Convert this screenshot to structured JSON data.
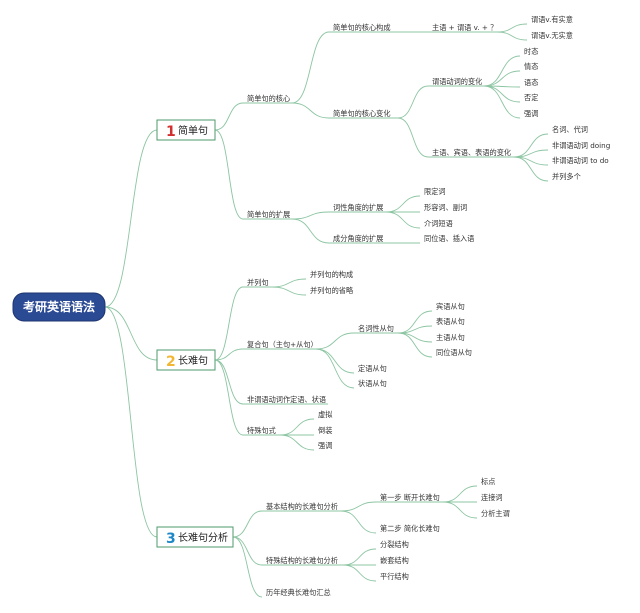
{
  "colors": {
    "line": "#8cc5a2",
    "root_fill": "#2b4a94",
    "box_border": "#4f9a6c",
    "num1": "#d32f2f",
    "num2": "#f2b632",
    "num3": "#1e88c7"
  },
  "root": "考研英语语法",
  "sections": [
    {
      "num": "1",
      "label": "简单句"
    },
    {
      "num": "2",
      "label": "长难句"
    },
    {
      "num": "3",
      "label": "长难句分析"
    }
  ],
  "s1": {
    "core": "简单句的核心",
    "core_form": "简单句的核心构成",
    "formula": "主语 + 谓语 v. + ？",
    "formula_children": [
      "谓语v.有实意",
      "谓语v.无实意"
    ],
    "core_change": "简单句的核心变化",
    "pred_change": "谓语动词的变化",
    "pred_children": [
      "时态",
      "情态",
      "语态",
      "否定",
      "强调"
    ],
    "nom_change": "主语、宾语、表语的变化",
    "nom_children": [
      "名词、代词",
      "非谓语动词 doing",
      "非谓语动词 to do",
      "并列多个"
    ],
    "ext": "简单句的扩展",
    "lex": "词性角度的扩展",
    "lex_children": [
      "限定词",
      "形容词、副词",
      "介词短语"
    ],
    "comp": "成分角度的扩展",
    "comp_children": [
      "同位语、插入语"
    ]
  },
  "s2": {
    "coord": "并列句",
    "coord_children": [
      "并列句的构成",
      "并列句的省略"
    ],
    "complex": "复合句（主句+从句）",
    "noun_clause": "名词性从句",
    "noun_children": [
      "宾语从句",
      "表语从句",
      "主语从句",
      "同位语从句"
    ],
    "attr_clause": "定语从句",
    "adv_clause": "状语从句",
    "nonfinite": "非谓语动词作定语、状语",
    "special": "特殊句式",
    "special_children": [
      "虚拟",
      "倒装",
      "强调"
    ]
  },
  "s3": {
    "basic": "基本结构的长难句分析",
    "step1": "第一步 断开长难句",
    "step1_children": [
      "标点",
      "连接词",
      "分析主谓"
    ],
    "step2": "第二步 简化长难句",
    "special": "特殊结构的长难句分析",
    "special_children": [
      "分裂结构",
      "嵌套结构",
      "平行结构"
    ],
    "classic": "历年经典长难句汇总"
  }
}
